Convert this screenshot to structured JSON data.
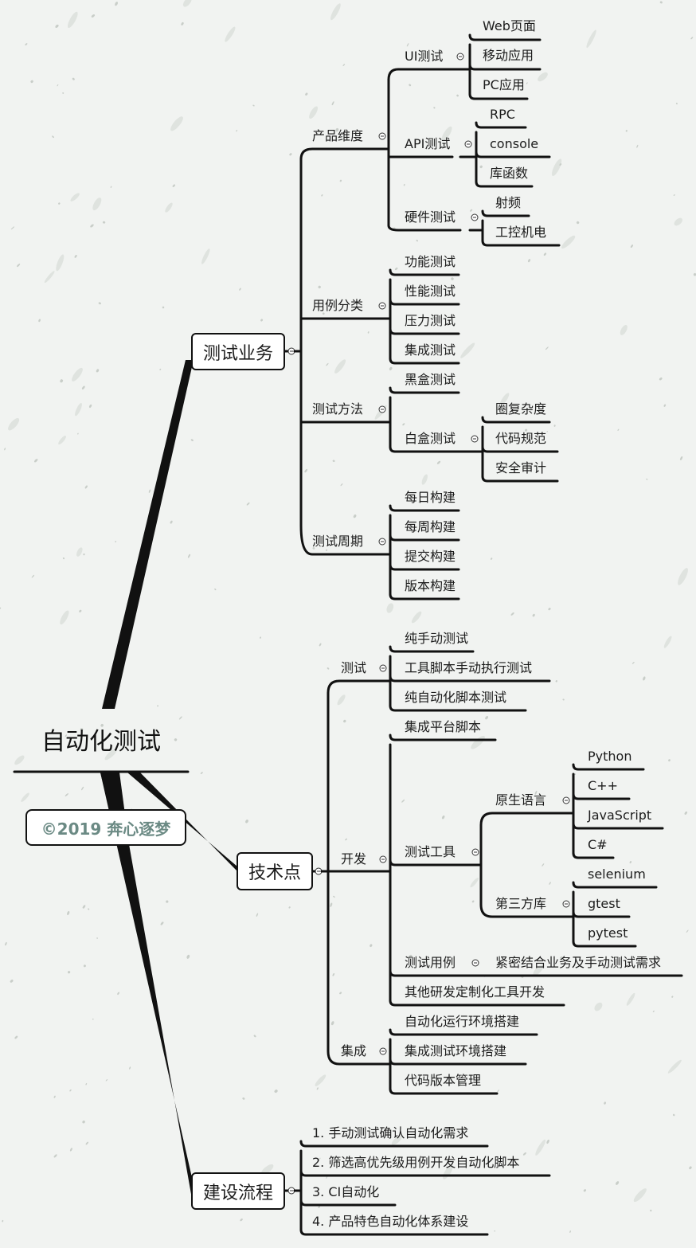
{
  "root": "自动化测试",
  "watermark": "©2019 奔心逐梦",
  "branches": {
    "business": {
      "label": "测试业务",
      "product": {
        "label": "产品维度",
        "ui": {
          "label": "UI测试",
          "items": [
            "Web页面",
            "移动应用",
            "PC应用"
          ]
        },
        "api": {
          "label": "API测试",
          "items": [
            "RPC",
            "console",
            "库函数"
          ]
        },
        "hw": {
          "label": "硬件测试",
          "items": [
            "射频",
            "工控机电"
          ]
        }
      },
      "cases": {
        "label": "用例分类",
        "items": [
          "功能测试",
          "性能测试",
          "压力测试",
          "集成测试"
        ]
      },
      "method": {
        "label": "测试方法",
        "black": "黑盒测试",
        "white": {
          "label": "白盒测试",
          "items": [
            "圈复杂度",
            "代码规范",
            "安全审计"
          ]
        }
      },
      "cycle": {
        "label": "测试周期",
        "items": [
          "每日构建",
          "每周构建",
          "提交构建",
          "版本构建"
        ]
      }
    },
    "tech": {
      "label": "技术点",
      "test": {
        "label": "测试",
        "items": [
          "纯手动测试",
          "工具脚本手动执行测试",
          "纯自动化脚本测试"
        ]
      },
      "dev": {
        "label": "开发",
        "platform": "集成平台脚本",
        "tools": {
          "label": "测试工具",
          "native": {
            "label": "原生语言",
            "items": [
              "Python",
              "C++",
              "JavaScript",
              "C#"
            ]
          },
          "third": {
            "label": "第三方库",
            "items": [
              "selenium",
              "gtest",
              "pytest"
            ]
          }
        },
        "cases": {
          "label": "测试用例",
          "detail": "紧密结合业务及手动测试需求"
        },
        "other": "其他研发定制化工具开发"
      },
      "integ": {
        "label": "集成",
        "items": [
          "自动化运行环境搭建",
          "集成测试环境搭建",
          "代码版本管理"
        ]
      }
    },
    "build": {
      "label": "建设流程",
      "items": [
        "1. 手动测试确认自动化需求",
        "2. 筛选高优先级用例开发自动化脚本",
        "3. CI自动化",
        "4. 产品特色自动化体系建设"
      ]
    }
  }
}
